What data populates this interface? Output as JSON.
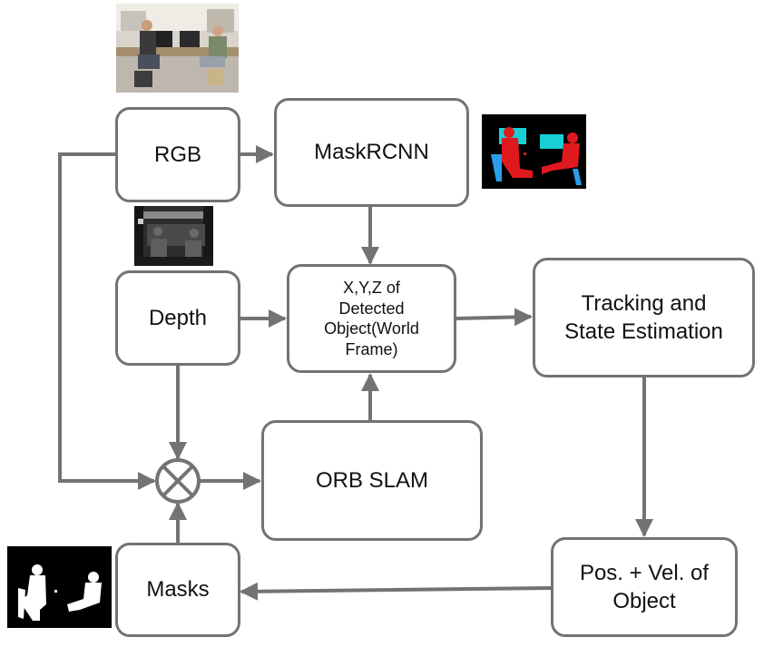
{
  "diagram": {
    "colors": {
      "line": "#737373",
      "box_border": "#737373",
      "mask_red": "#e0191f",
      "mask_cyan": "#19cfd6",
      "mask_blue": "#2a9ee8"
    },
    "nodes": {
      "rgb": "RGB",
      "maskrcnn": "MaskRCNN",
      "depth": "Depth",
      "xyz": "X,Y,Z of\nDetected\nObject(World\nFrame)",
      "tracking": "Tracking and\nState Estimation",
      "orbslam": "ORB SLAM",
      "masks": "Masks",
      "posvel": "Pos. + Vel. of\nObject"
    },
    "combiner_symbol": "⊗",
    "images": {
      "rgb_photo": "office-photo",
      "segmentation": "instance-segmentation-image",
      "depth_map": "depth-image",
      "binary_masks": "binary-mask-image"
    }
  }
}
